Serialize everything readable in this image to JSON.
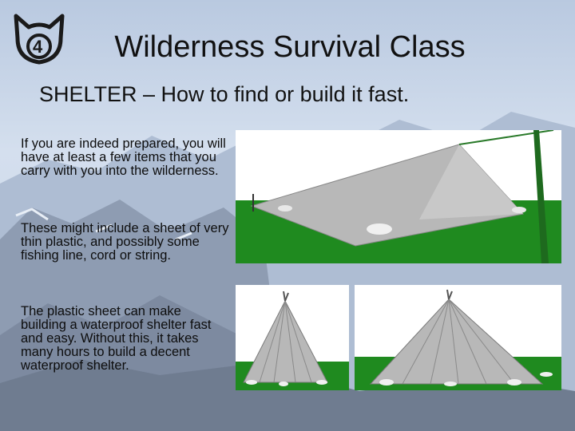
{
  "title": "Wilderness Survival Class",
  "subtitle": "SHELTER – How to find or build it fast.",
  "paragraphs": [
    "If you are indeed prepared, you will have at least a few items that you carry with you into the wilderness.",
    "These might include a sheet of very thin plastic, and possibly some fishing line, cord or string.",
    "The plastic sheet can make building a waterproof shelter fast and easy. Without this, it takes many hours to build a decent waterproof shelter."
  ],
  "logo": {
    "icon": "cat-face-logo-icon",
    "number": "4"
  },
  "colors": {
    "grass": "#1f8a1f",
    "tarp": "#b8b8b8",
    "tree": "#1e6a1e",
    "text": "#111111"
  }
}
